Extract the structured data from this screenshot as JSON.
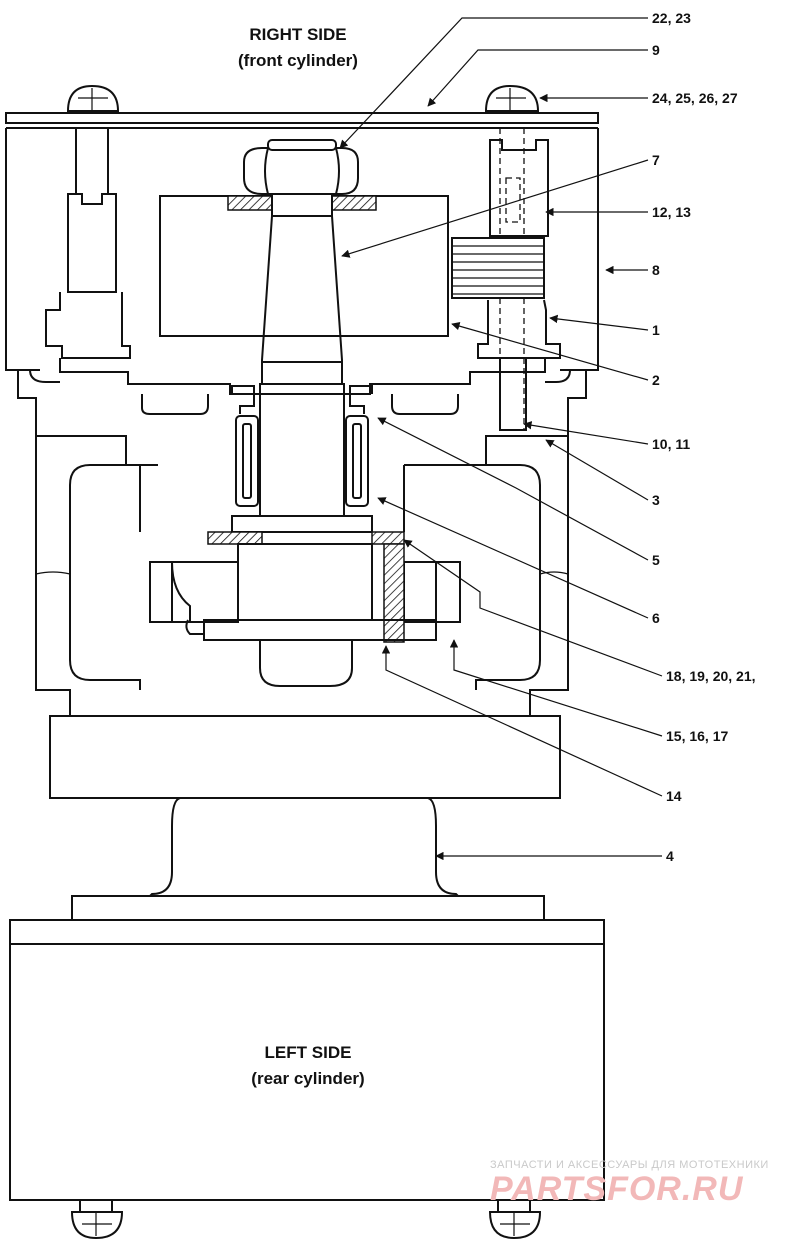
{
  "labels": {
    "right_side": "RIGHT SIDE",
    "right_side_sub": "(front cylinder)",
    "left_side": "LEFT SIDE",
    "left_side_sub": "(rear cylinder)"
  },
  "callouts": [
    {
      "id": "c-22-23",
      "text": "22, 23"
    },
    {
      "id": "c-9",
      "text": "9"
    },
    {
      "id": "c-24-27",
      "text": "24, 25, 26, 27"
    },
    {
      "id": "c-7",
      "text": "7"
    },
    {
      "id": "c-12-13",
      "text": "12, 13"
    },
    {
      "id": "c-8",
      "text": "8"
    },
    {
      "id": "c-1",
      "text": "1"
    },
    {
      "id": "c-2",
      "text": "2"
    },
    {
      "id": "c-10-11",
      "text": "10, 11"
    },
    {
      "id": "c-3",
      "text": "3"
    },
    {
      "id": "c-5",
      "text": "5"
    },
    {
      "id": "c-6",
      "text": "6"
    },
    {
      "id": "c-18-21",
      "text": "18, 19, 20, 21,"
    },
    {
      "id": "c-15-17",
      "text": "15, 16, 17"
    },
    {
      "id": "c-14",
      "text": "14"
    },
    {
      "id": "c-4",
      "text": "4"
    }
  ],
  "watermark": {
    "top_text": "ЗАПЧАСТИ И АКСЕССУАРЫ ДЛЯ МОТОТЕХНИКИ",
    "brand": "PARTSFOR.RU"
  }
}
